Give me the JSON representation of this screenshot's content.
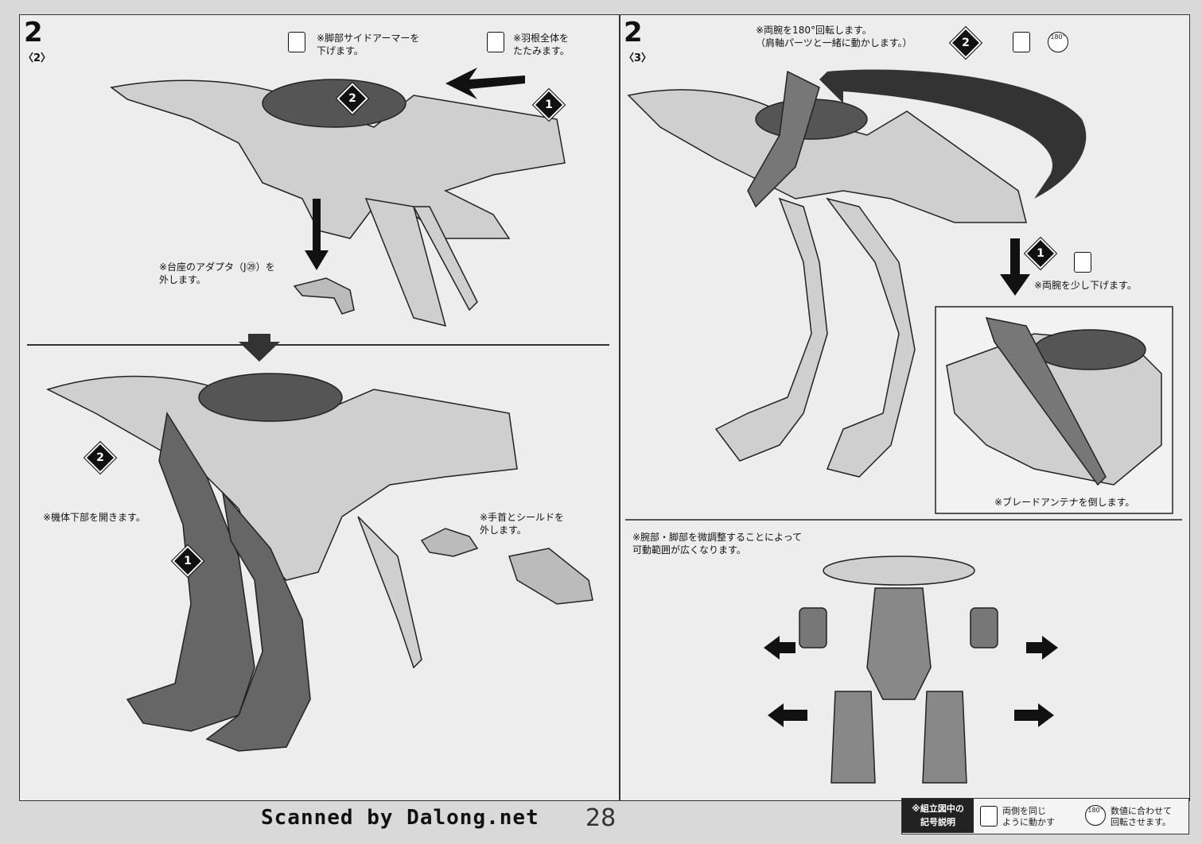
{
  "page": {
    "number": "28",
    "credit": "Scanned by Dalong.net"
  },
  "left_panel": {
    "step": "2",
    "substep": "〈2〉",
    "note_leg_armor": "※脚部サイドアーマーを\n下げます。",
    "note_wings": "※羽根全体を\nたたみます。",
    "note_adapter": "※台座のアダプタ（J㉙）を\n外します。",
    "note_lower_body": "※機体下部を開きます。",
    "note_wrist_shield": "※手首とシールドを\n外します。",
    "badges": [
      "1",
      "2",
      "2",
      "1"
    ]
  },
  "right_panel": {
    "step": "2",
    "substep": "〈3〉",
    "note_rotate_arms": "※両腕を180°回転します。\n（肩軸パーツと一緒に動かします。）",
    "rotate_label": "180°",
    "note_lower_arms": "※両腕を少し下げます。",
    "note_blade_antenna": "※ブレードアンテナを倒します。",
    "note_adjust": "※腕部・脚部を微調整することによって\n可動範囲が広くなります。",
    "badges": [
      "2",
      "1"
    ]
  },
  "legend": {
    "title": "※組立図中の\n記号説明",
    "item1": "両側を同じ\nように動かす",
    "item2_icon": "180°",
    "item2": "数値に合わせて\n回転させます。"
  }
}
